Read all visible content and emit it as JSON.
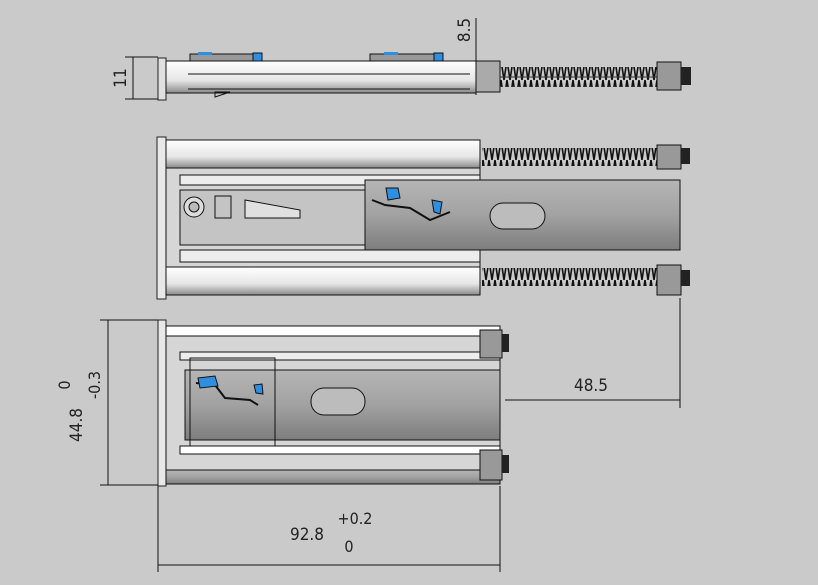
{
  "drawing": {
    "views": [
      "top-view",
      "front-view-extended",
      "front-view-retracted"
    ],
    "colors": {
      "background": "#cacaca",
      "body": "#f2f2f2",
      "shade": "#9c9c9c",
      "latch": "#2e8fe0",
      "line": "#111111"
    }
  },
  "dimensions": {
    "height_top": "11",
    "offset_top": "8.5",
    "width_nominal": "44.8",
    "width_upper_tol": "0",
    "width_lower_tol": "-0.3",
    "extension": "48.5",
    "length_nominal": "92.8",
    "length_upper_tol": "+0.2",
    "length_lower_tol": "0"
  }
}
